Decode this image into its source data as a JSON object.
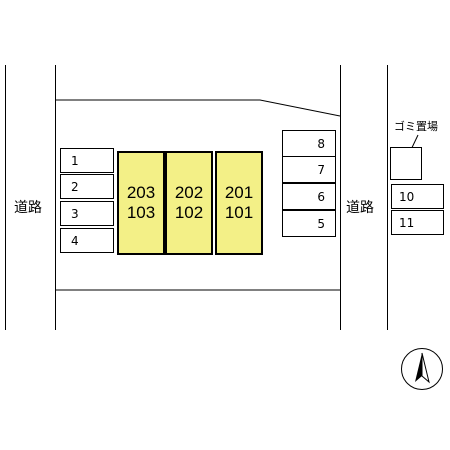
{
  "roads": {
    "left_label": "道路",
    "right_label": "道路"
  },
  "parking_left": [
    "1",
    "2",
    "3",
    "4"
  ],
  "parking_right": [
    "8",
    "7",
    "6",
    "5"
  ],
  "parking_far": [
    "10",
    "11"
  ],
  "units": [
    {
      "top": "203",
      "bottom": "103"
    },
    {
      "top": "202",
      "bottom": "102"
    },
    {
      "top": "201",
      "bottom": "101"
    }
  ],
  "garbage_area_label": "ゴミ置場",
  "icons": {
    "compass": "north-arrow-icon"
  },
  "colors": {
    "building_fill": "#f3f087",
    "line": "#000000"
  }
}
